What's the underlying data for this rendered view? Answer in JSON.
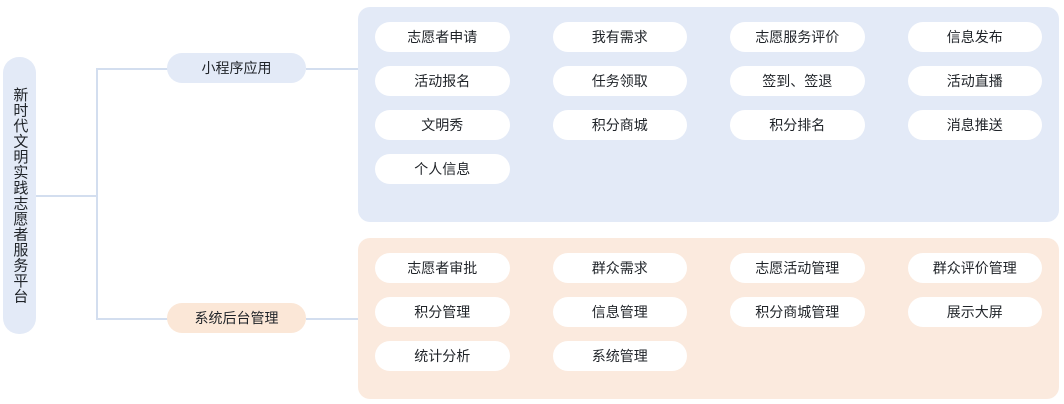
{
  "diagram": {
    "title": "新时代文明实践志愿者服务平台",
    "root": {
      "label": "新时代文明实践志愿者服务平台",
      "color": "#e3eaf7"
    },
    "branches": [
      {
        "id": "mini-program-application",
        "label": "小程序应用",
        "node_color": "#e3eaf7",
        "panel_color": "#e3eaf7",
        "items": [
          "志愿者申请",
          "我有需求",
          "志愿服务评价",
          "信息发布",
          "活动报名",
          "任务领取",
          "签到、签退",
          "活动直播",
          "文明秀",
          "积分商城",
          "积分排名",
          "消息推送",
          "个人信息"
        ]
      },
      {
        "id": "system-backend-management",
        "label": "系统后台管理",
        "node_color": "#fbe7d7",
        "panel_color": "#fbeade",
        "items": [
          "志愿者审批",
          "群众需求",
          "志愿活动管理",
          "群众评价管理",
          "积分管理",
          "信息管理",
          "积分商城管理",
          "展示大屏",
          "统计分析",
          "系统管理"
        ]
      }
    ],
    "connector_color": "#d3deef"
  }
}
